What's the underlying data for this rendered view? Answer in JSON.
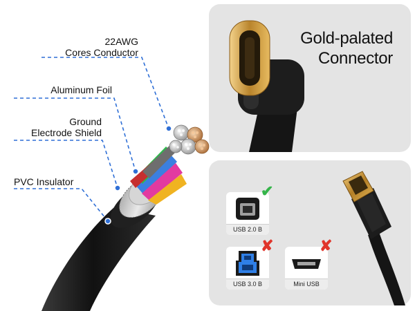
{
  "callouts": {
    "cores": [
      "22AWG",
      "Cores Conductor"
    ],
    "foil": "Aluminum Foil",
    "shield": [
      "Ground",
      "Electrode Shield"
    ],
    "insulator": "PVC Insulator"
  },
  "connector_panel": {
    "title_line1": "Gold-palated",
    "title_line2": "Connector"
  },
  "compatibility": [
    {
      "label": "USB 2.0 B",
      "status": "compatible",
      "mark": "✔",
      "color": "#35b54a"
    },
    {
      "label": "USB 3.0 B",
      "status": "incompatible",
      "mark": "✘",
      "color": "#e0352b"
    },
    {
      "label": "Mini USB",
      "status": "incompatible",
      "mark": "✘",
      "color": "#e0352b"
    }
  ],
  "colors": {
    "callout_line": "#2f6fd6",
    "cable": "#1a1a1a",
    "gold": "#d8a640",
    "panel": "#e4e4e4"
  },
  "icons": [
    "usb-c-connector-icon",
    "usb-b-connector-icon",
    "usb-2-b-port-icon",
    "usb-3-b-port-icon",
    "mini-usb-port-icon",
    "check-icon",
    "cross-icon"
  ]
}
